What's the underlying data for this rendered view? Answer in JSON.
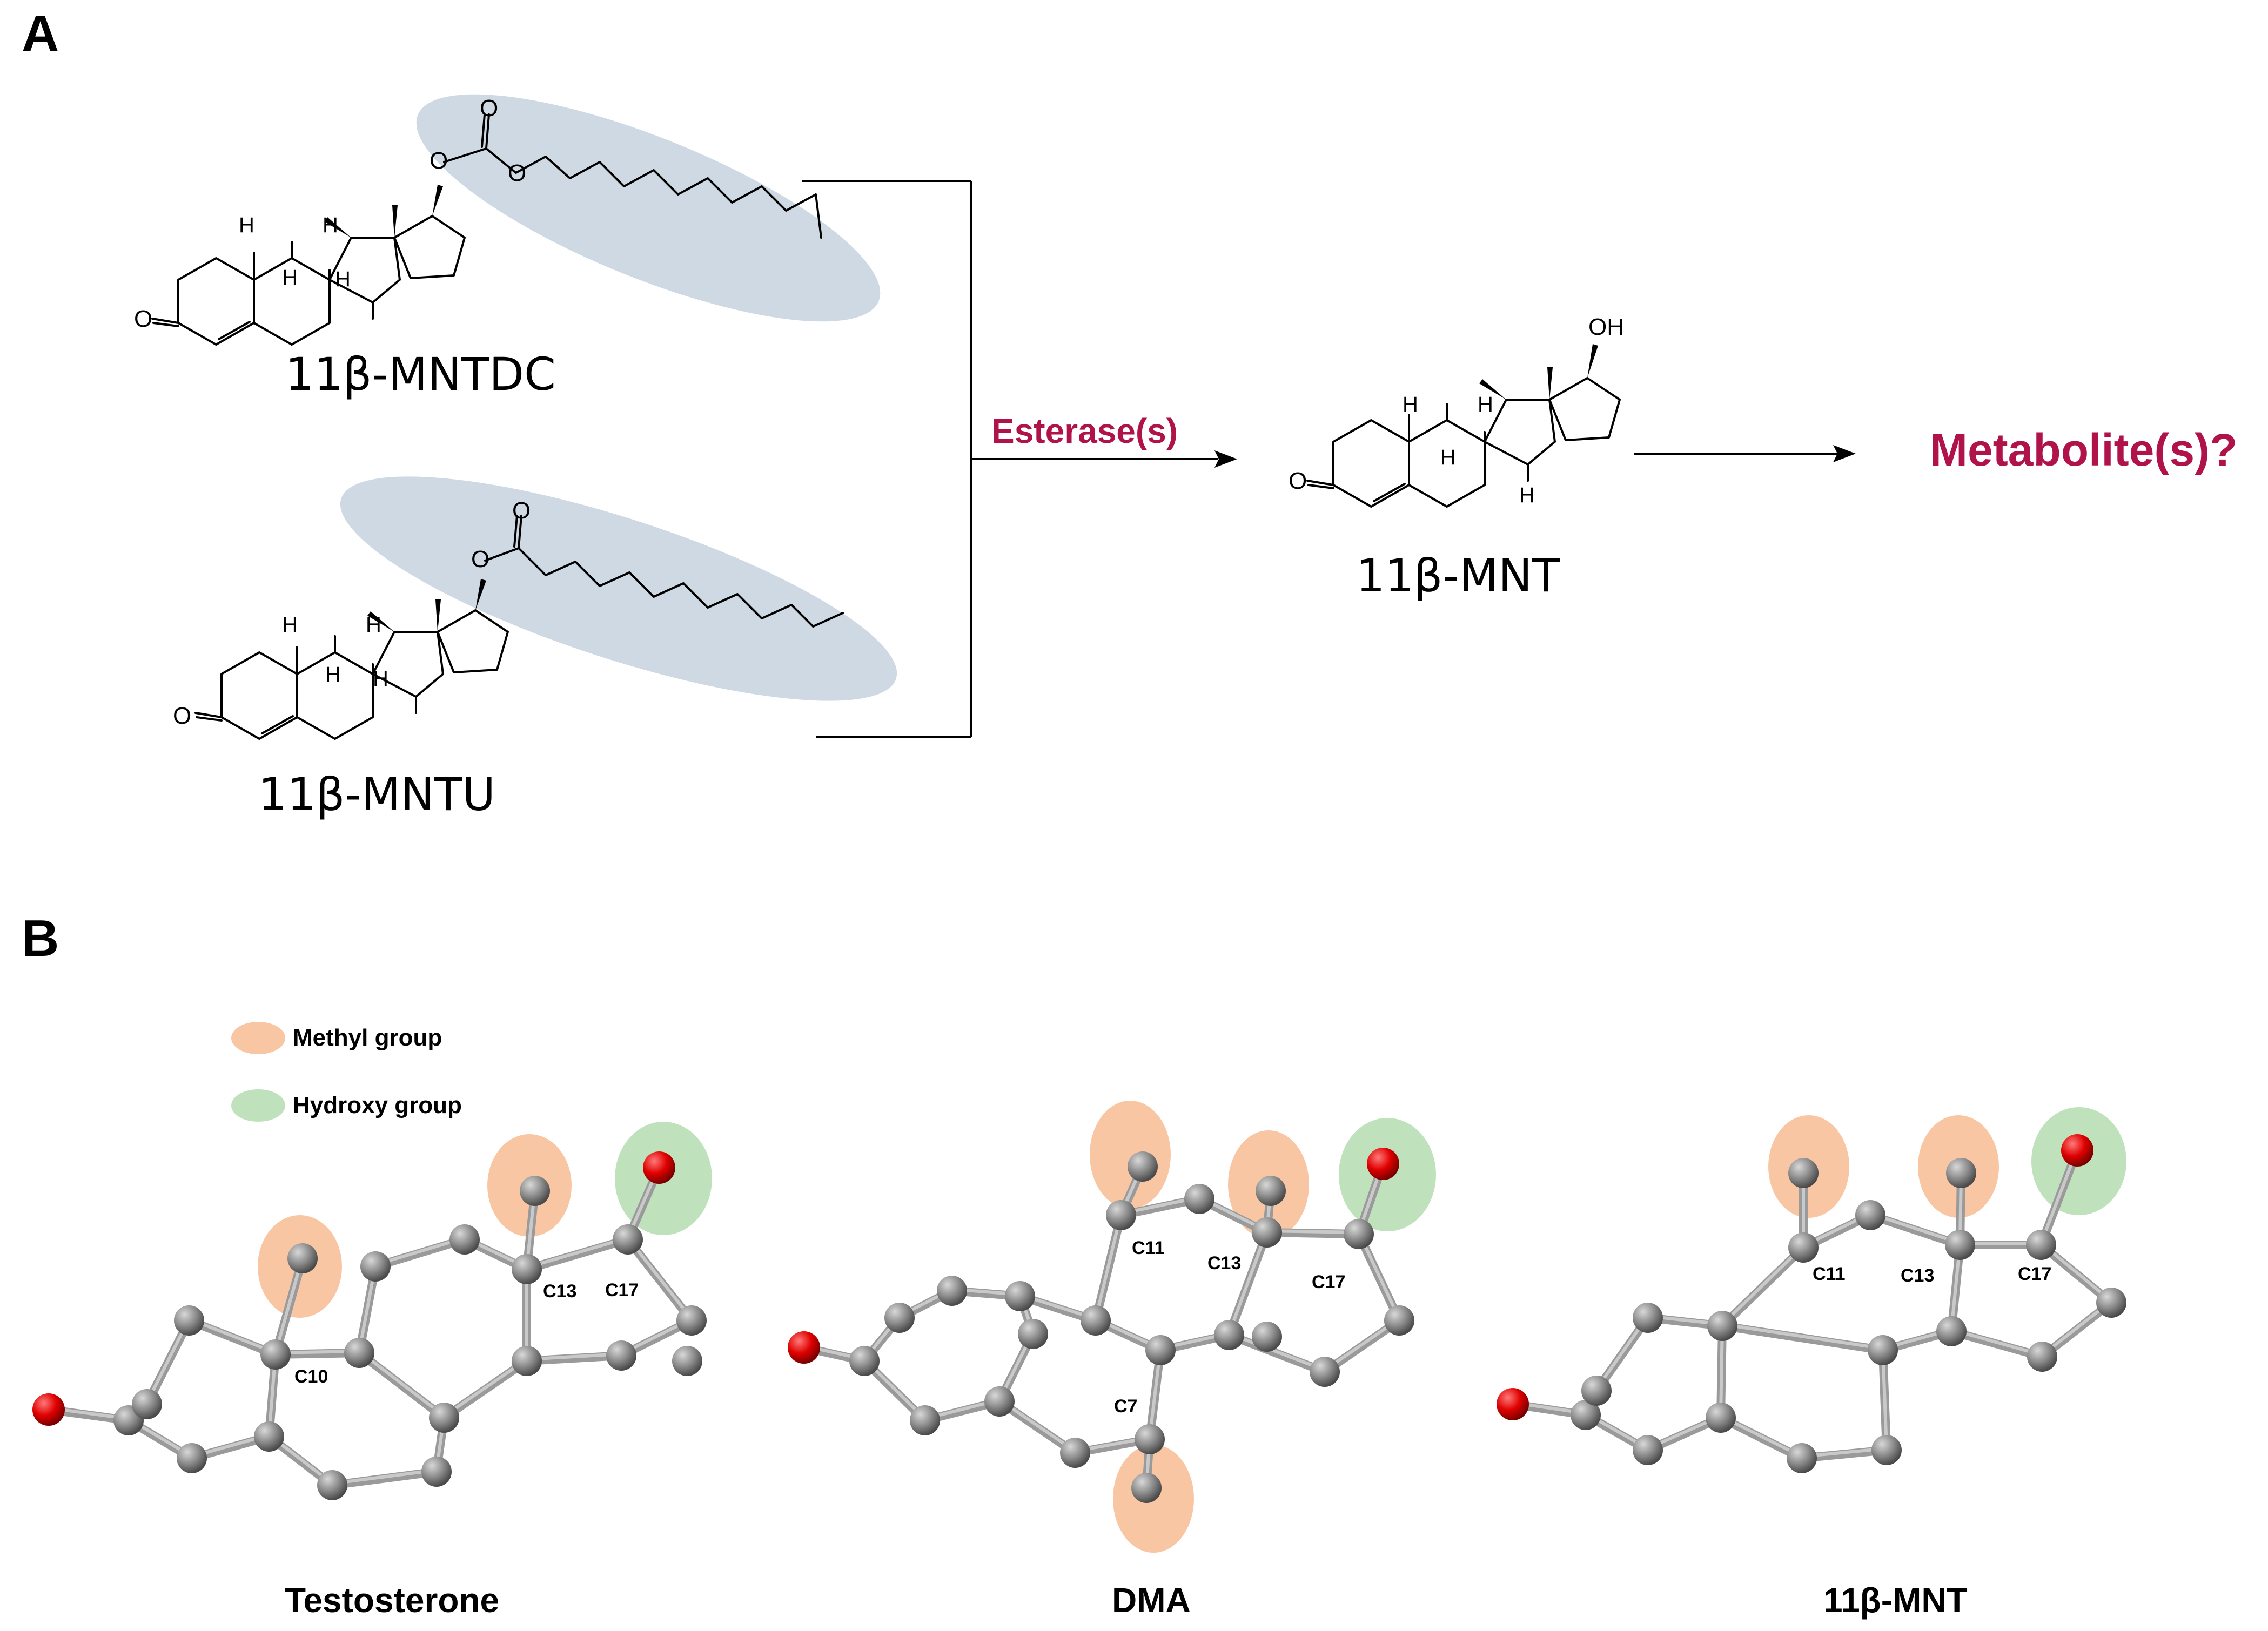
{
  "colors": {
    "highlight_ellipse": "#cfd9e4",
    "enzyme_text": "#b0124a",
    "metabolite_text": "#b0124a",
    "methyl_group": "#f9c6a3",
    "hydroxy_group": "#bfe2bd",
    "carbon_atom": "#8a8a8a",
    "oxygen_atom": "#e00000"
  },
  "panel_a": {
    "label": "A",
    "compound_1": {
      "name": "11β-MNTDC",
      "atoms": {
        "o1": "O",
        "o2": "O",
        "o3": "O",
        "h1": "H",
        "h2": "H",
        "h3": "H",
        "h4": "H",
        "o_keto": "O"
      }
    },
    "compound_2": {
      "name": "11β-MNTU",
      "atoms": {
        "o1": "O",
        "o2": "O",
        "h1": "H",
        "h2": "H",
        "h3": "H",
        "h4": "H",
        "o_keto": "O"
      }
    },
    "enzyme": "Esterase(s)",
    "product": {
      "name": "11β-MNT",
      "atoms": {
        "oh": "OH",
        "h1": "H",
        "h2": "H",
        "h3": "H",
        "h4": "H",
        "o_keto": "O"
      }
    },
    "metabolite": "Metabolite(s)?"
  },
  "panel_b": {
    "label": "B",
    "legend": [
      {
        "label": "Methyl group",
        "color_key": "methyl_group"
      },
      {
        "label": "Hydroxy group",
        "color_key": "hydroxy_group"
      }
    ],
    "models": [
      {
        "name": "Testosterone",
        "carbon_labels": [
          "C10",
          "C13",
          "C17"
        ]
      },
      {
        "name": "DMA",
        "carbon_labels": [
          "C11",
          "C13",
          "C17",
          "C7"
        ]
      },
      {
        "name": "11β-MNT",
        "carbon_labels": [
          "C11",
          "C13",
          "C17"
        ]
      }
    ]
  }
}
